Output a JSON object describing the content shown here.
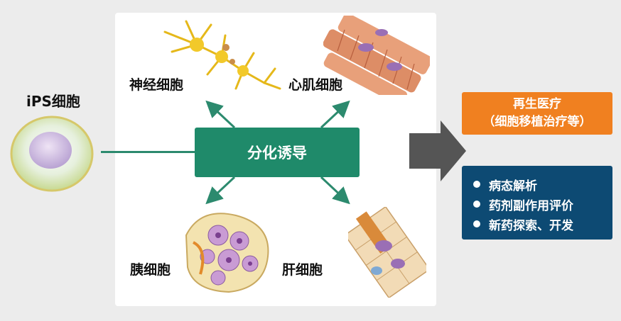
{
  "ips_label": "iPS细胞",
  "center_label": "分化诱导",
  "cells": {
    "nerve": "神经细胞",
    "heart": "心肌细胞",
    "pancreas": "胰细胞",
    "liver": "肝细胞"
  },
  "regen": {
    "title": "再生医疗",
    "subtitle": "（细胞移植治疗等）"
  },
  "applications": [
    "病态解析",
    "药剂副作用评价",
    "新药探索、开发"
  ],
  "colors": {
    "green": "#1f8a6a",
    "orange": "#f08020",
    "navy": "#0d4a73",
    "arrow_gray": "#555555"
  }
}
